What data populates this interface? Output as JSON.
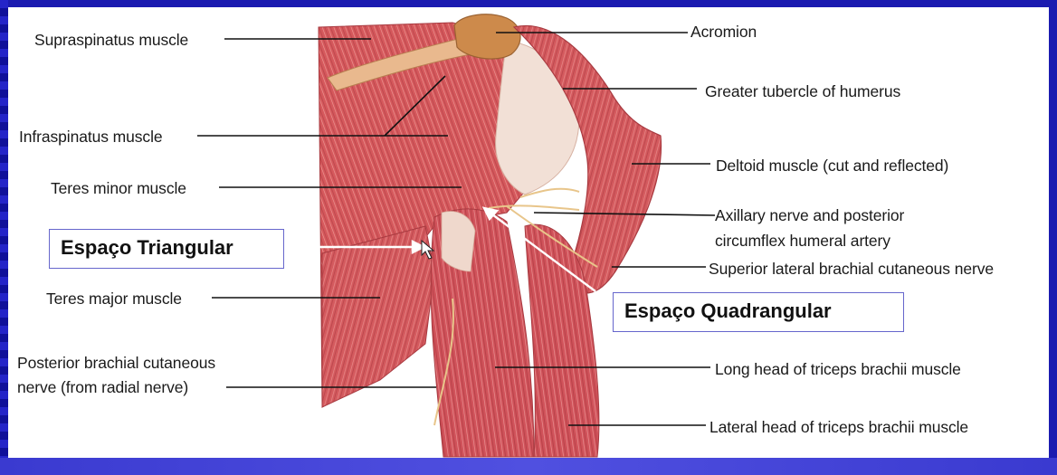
{
  "labels": {
    "supraspinatus": "Supraspinatus muscle",
    "infraspinatus": "Infraspinatus muscle",
    "teres_minor": "Teres minor muscle",
    "teres_major": "Teres major muscle",
    "posterior_brachial_line1": "Posterior brachial cutaneous",
    "posterior_brachial_line2": "nerve (from radial nerve)",
    "acromion": "Acromion",
    "greater_tubercle": "Greater tubercle of humerus",
    "deltoid": "Deltoid muscle (cut and reflected)",
    "axillary_line1": "Axillary nerve and posterior",
    "axillary_line2": "circumflex humeral artery",
    "superior_lateral": "Superior lateral brachial cutaneous nerve",
    "long_head": "Long head of triceps brachii muscle",
    "lateral_head": "Lateral head of triceps brachii muscle"
  },
  "callouts": {
    "triangular": "Espaço Triangular",
    "quadrangular": "Espaço Quadrangular"
  },
  "colors": {
    "frame": "#1b1bb0",
    "muscle": "#d2555a",
    "muscle_dark": "#b83a40",
    "tendon": "#f0dcd0",
    "bone": "#c8874a"
  }
}
